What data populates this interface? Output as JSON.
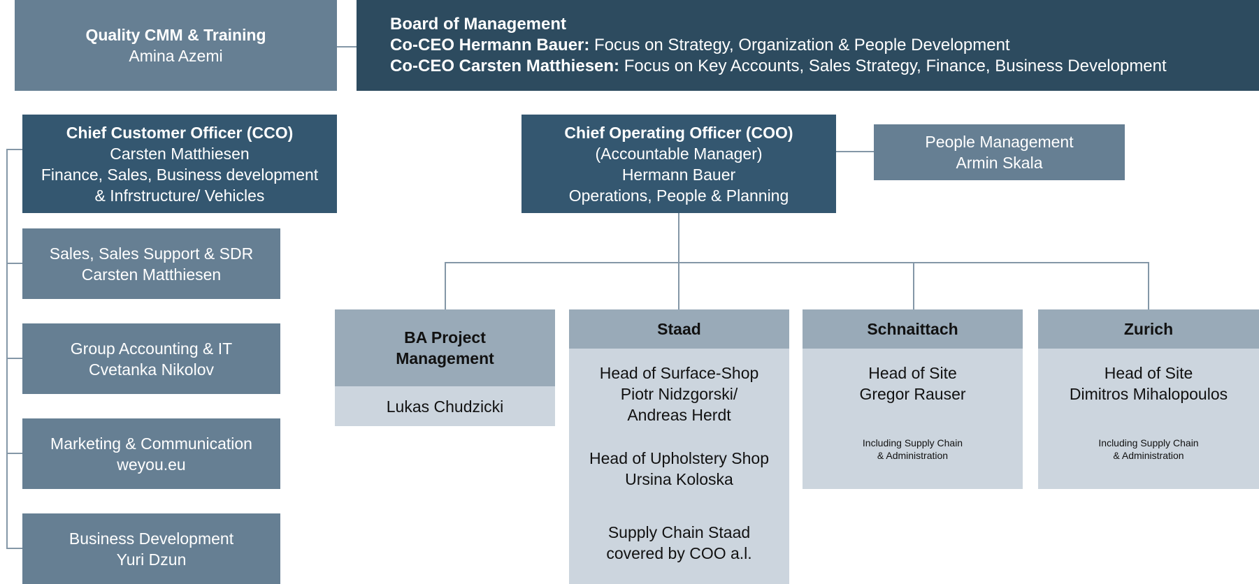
{
  "board": {
    "title": "Board of Management",
    "lines": [
      {
        "bold": "Co-CEO Hermann Bauer:",
        "text": " Focus on Strategy, Organization & People Development"
      },
      {
        "bold": "Co-CEO Carsten Matthiesen:",
        "text": " Focus on Key Accounts, Sales Strategy, Finance, Business Development"
      }
    ]
  },
  "quality": {
    "title": "Quality CMM & Training",
    "name": "Amina Azemi"
  },
  "cco": {
    "title": "Chief Customer Officer (CCO)",
    "name": "Carsten Matthiesen",
    "scope1": "Finance, Sales, Business development",
    "scope2": "& Infrstructure/ Vehicles",
    "children": [
      {
        "title": "Sales, Sales Support & SDR",
        "name": "Carsten Matthiesen"
      },
      {
        "title": "Group Accounting & IT",
        "name": "Cvetanka Nikolov"
      },
      {
        "title": "Marketing & Communication",
        "name": "weyou.eu"
      },
      {
        "title": "Business Development",
        "name": "Yuri Dzun"
      }
    ]
  },
  "coo": {
    "title": "Chief Operating Officer (COO)",
    "subtitle": "(Accountable Manager)",
    "name": "Hermann Bauer",
    "scope": "Operations, People & Planning"
  },
  "people": {
    "title": "People Management",
    "name": "Armin Skala"
  },
  "units": [
    {
      "head": "BA Project Management",
      "head1": "BA Project",
      "head2": "Management",
      "person": "Lukas Chudzicki"
    },
    {
      "head": "Staad",
      "groups": [
        {
          "role": "Head of Surface-Shop",
          "line1": "Piotr Nidzgorski/",
          "line2": "Andreas Herdt"
        },
        {
          "role": "Head of Upholstery Shop",
          "line1": "Ursina Koloska"
        },
        {
          "role": "Supply Chain Staad",
          "line1": "covered by COO a.l."
        }
      ]
    },
    {
      "head": "Schnaittach",
      "role": "Head of Site",
      "person": "Gregor Rauser",
      "note1": "Including Supply Chain",
      "note2": "& Administration"
    },
    {
      "head": "Zurich",
      "role": "Head of Site",
      "person": "Dimitros Mihalopoulos",
      "note1": "Including Supply Chain",
      "note2": "& Administration"
    }
  ]
}
